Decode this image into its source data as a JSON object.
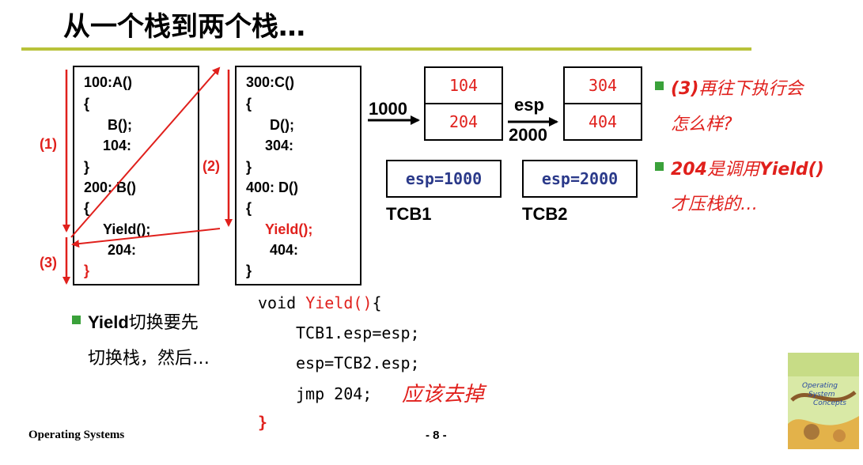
{
  "title": "从一个栈到两个栈…",
  "stack1": {
    "lines": [
      "100:A()",
      "{",
      "B();",
      "104:",
      "}",
      "200: B()",
      "{",
      "Yield();",
      "204:",
      "}"
    ]
  },
  "stack2": {
    "lines": [
      "300:C()",
      "{",
      "D();",
      "304:",
      "}",
      "400: D()",
      "{",
      "Yield();",
      "404:",
      "}"
    ]
  },
  "labels": {
    "l1": "(1)",
    "l2": "(2)",
    "l3": "(3)"
  },
  "stacks": {
    "arrow1_label": "1000",
    "left_cells": [
      "104",
      "204"
    ],
    "esp_label": "esp",
    "arrow2_label": "2000",
    "right_cells": [
      "304",
      "404"
    ]
  },
  "tcb1": {
    "value": "esp=1000",
    "name": "TCB1"
  },
  "tcb2": {
    "value": "esp=2000",
    "name": "TCB2"
  },
  "bullets_right": [
    {
      "prefix": "(3)",
      "line1": "再往下执行会",
      "line2": "怎么样?"
    },
    {
      "prefix": "204",
      "line1": "是调用",
      "mid": "Yield()",
      "line2": "才压栈的…"
    }
  ],
  "bullet_left": {
    "bold": "Yield",
    "line1": "切换要先",
    "line2": "切换栈，然后…"
  },
  "code": {
    "line1_kw": "void ",
    "line1_fn": "Yield()",
    "line1_end": "{",
    "line2": "TCB1.esp=esp;",
    "line3": "esp=TCB2.esp;",
    "line4": "jmp 204;",
    "note": "应该去掉",
    "line5": "}"
  },
  "footer": {
    "left": "Operating Systems",
    "page": "- 8 -"
  },
  "book": {
    "line1": "Operating",
    "line2": "System",
    "line3": "Concepts"
  }
}
